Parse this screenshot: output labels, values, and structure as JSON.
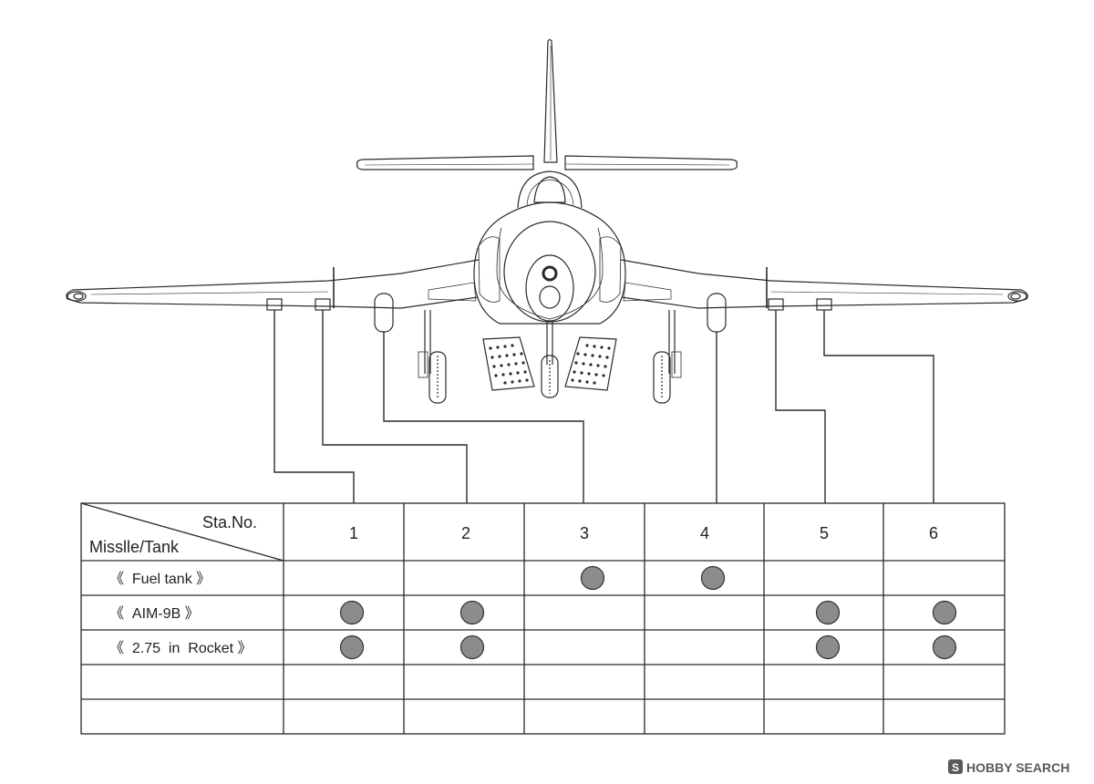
{
  "table": {
    "corner_top": "Sta.No.",
    "corner_bottom": "Misslle/Tank",
    "stations": [
      "1",
      "2",
      "3",
      "4",
      "5",
      "6"
    ],
    "rows": [
      {
        "label": "《  Fuel tank 》",
        "marks": [
          false,
          false,
          true,
          true,
          false,
          false
        ]
      },
      {
        "label": "《  AIM-9B 》",
        "marks": [
          true,
          true,
          false,
          false,
          true,
          true
        ]
      },
      {
        "label": "《  2.75  in  Rocket 》",
        "marks": [
          true,
          true,
          false,
          false,
          true,
          true
        ]
      },
      {
        "label": "",
        "marks": [
          false,
          false,
          false,
          false,
          false,
          false
        ]
      },
      {
        "label": "",
        "marks": [
          false,
          false,
          false,
          false,
          false,
          false
        ]
      }
    ]
  },
  "watermark": {
    "brand": "HOBBY SEARCH",
    "logo_letter": "S"
  },
  "colors": {
    "line": "#2a2a2a",
    "mark_fill": "#8c8c8c",
    "mark_stroke": "#333333",
    "watermark": "#5a5a5a"
  }
}
